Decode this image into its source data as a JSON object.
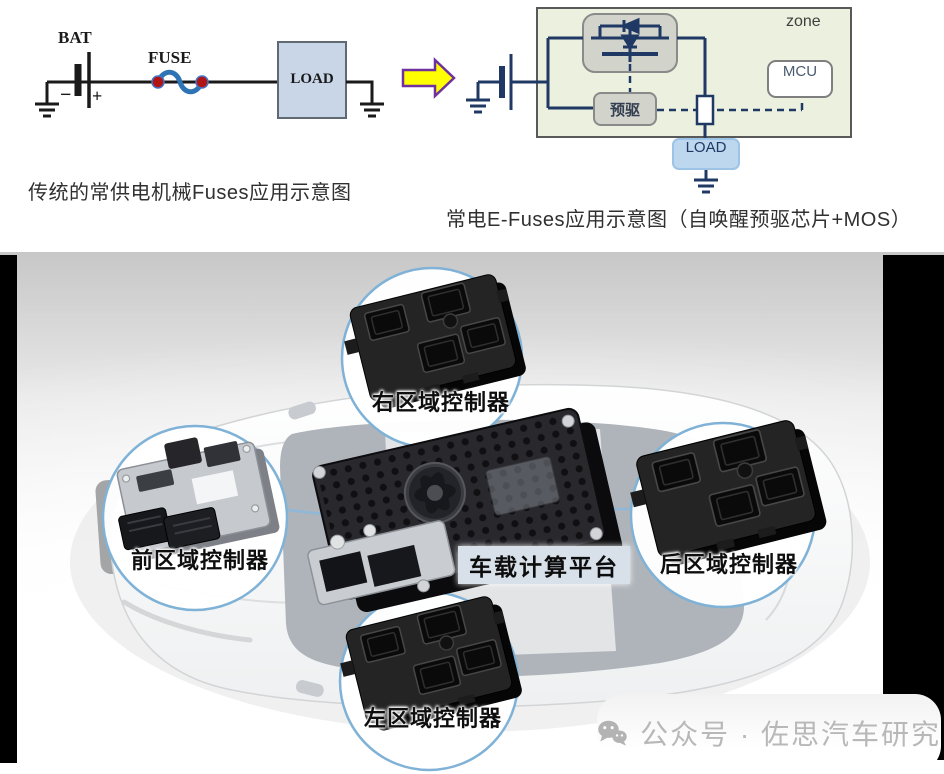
{
  "top_section": {
    "traditional": {
      "bat_label": "BAT",
      "fuse_label": "FUSE",
      "load_label": "LOAD",
      "minus": "−",
      "plus": "+",
      "caption": "传统的常供电机械Fuses应用示意图"
    },
    "efuse": {
      "zone_label": "zone",
      "predriver_label": "预驱",
      "mcu_label": "MCU",
      "load_label": "LOAD",
      "caption": "常电E-Fuses应用示意图（自唤醒预驱芯片+MOS）"
    }
  },
  "vehicle_section": {
    "controllers": [
      {
        "position": "right",
        "label": "右区域控制器"
      },
      {
        "position": "front",
        "label": "前区域控制器"
      },
      {
        "position": "rear",
        "label": "后区域控制器"
      },
      {
        "position": "left",
        "label": "左区域控制器"
      }
    ],
    "platform_label": "车载计算平台",
    "watermark": {
      "icon": "wechat-icon",
      "text": "公众号 · 佐思汽车研究"
    }
  },
  "colors": {
    "wire_black": "#1a1a1a",
    "wire_navy": "#1f3864",
    "zone_fill": "#ebf1de",
    "zone_border": "#595959",
    "gray_block": "#d2d4cc",
    "load_blue_fill": "#bdd7ee",
    "load_blue_border": "#9dc3e6",
    "fuse_blue": "#2e74b5",
    "fuse_dot_red": "#b01513",
    "arrow_yellow": "#ffff00",
    "arrow_outline": "#7030a0",
    "circle_border": "#7fb2d6",
    "connector_line": "#8fb8d8"
  }
}
